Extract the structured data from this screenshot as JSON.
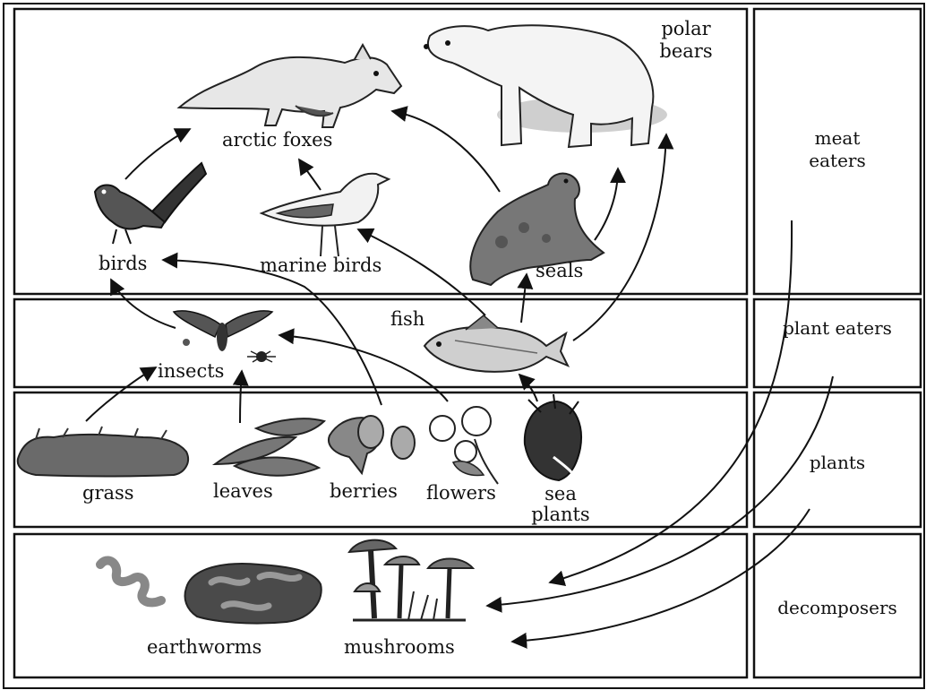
{
  "organisms": {
    "arctic_foxes": "arctic foxes",
    "polar_bears": "polar bears",
    "birds": "birds",
    "marine_birds": "marine birds",
    "seals": "seals",
    "fish": "fish",
    "insects": "insects",
    "grass": "grass",
    "leaves": "leaves",
    "berries": "berries",
    "flowers": "flowers",
    "sea_plants": "sea plants",
    "earthworms": "earthworms",
    "mushrooms": "mushrooms"
  },
  "levels": {
    "meat_eaters": "meat eaters",
    "plant_eaters": "plant eaters",
    "plants": "plants",
    "decomposers": "decomposers"
  }
}
